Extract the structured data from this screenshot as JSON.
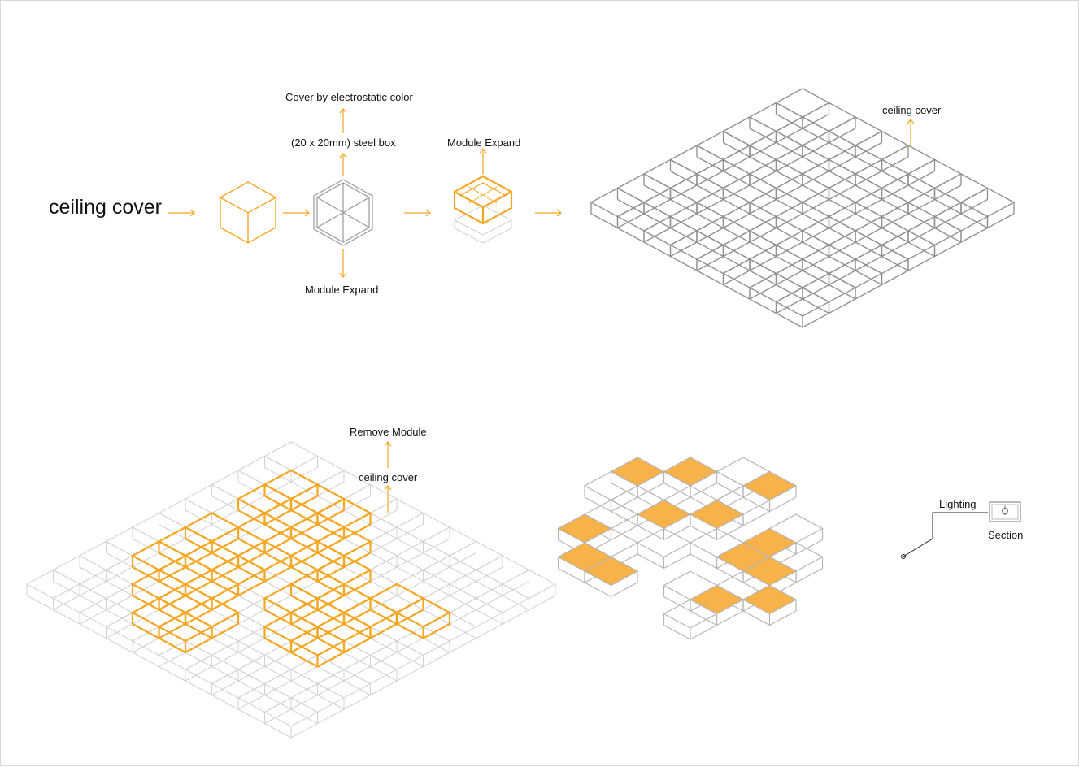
{
  "colors": {
    "accent": "#f5a623",
    "accent_fill": "#f7b24a",
    "frame_gray": "#a6a6a6",
    "frame_light": "#cfcfcf",
    "text": "#111111"
  },
  "step1": {
    "title": "ceiling cover",
    "label_cover": "Cover by electrostatic color",
    "label_steel": "(20 x 20mm) steel box",
    "label_module_down": "Module Expand",
    "label_module_up": "Module Expand"
  },
  "step2": {
    "label": "ceiling cover"
  },
  "step3": {
    "label_remove": "Remove Module",
    "label_cover": "ceiling cover"
  },
  "step4": {
    "label_lighting": "Lighting",
    "label_section": "Section"
  },
  "icons": [
    "arrow-right-icon",
    "arrow-up-icon",
    "arrow-down-icon",
    "cube-icon",
    "bulb-icon"
  ]
}
